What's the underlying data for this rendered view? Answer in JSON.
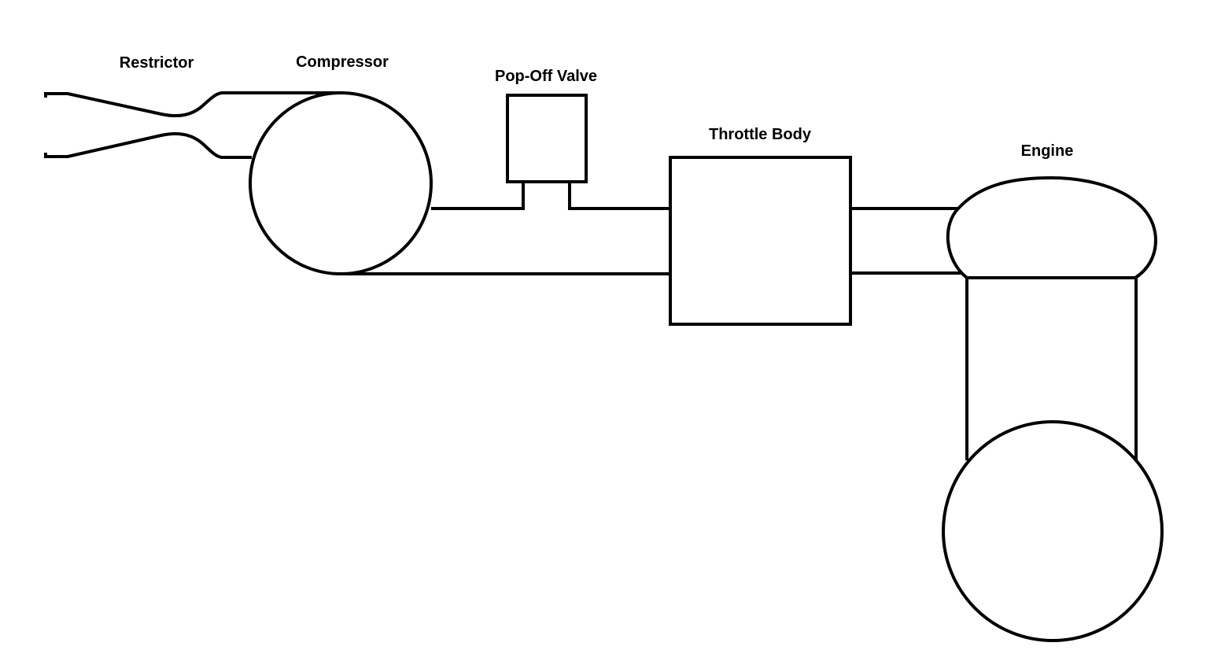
{
  "labels": {
    "restrictor": "Restrictor",
    "compressor": "Compressor",
    "pop_off_valve": "Pop-Off Valve",
    "throttle_body": "Throttle Body",
    "engine": "Engine"
  },
  "colors": {
    "line": "#000000",
    "background": "#ffffff"
  }
}
